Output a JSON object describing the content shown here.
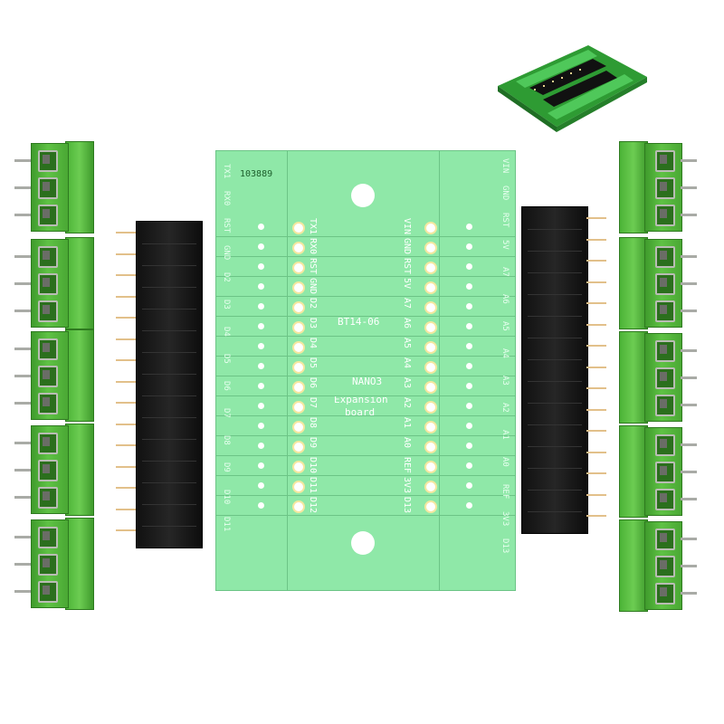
{
  "board": {
    "serial": "103889",
    "model_code": "BT14-06",
    "title_line1": "NANO3",
    "title_line2": "Expansion",
    "title_line3": "board",
    "left_pins": [
      "TX1",
      "RX0",
      "RST",
      "GND",
      "D2",
      "D3",
      "D4",
      "D5",
      "D6",
      "D7",
      "D8",
      "D9",
      "D10",
      "D11",
      "D12"
    ],
    "right_pins": [
      "VIN",
      "GND",
      "RST",
      "5V",
      "A7",
      "A6",
      "A5",
      "A4",
      "A3",
      "A2",
      "A1",
      "A0",
      "REF",
      "3V3",
      "D13"
    ],
    "left_edge_labels": [
      "TX1",
      "RX0",
      "RST",
      "GND",
      "D2",
      "D3",
      "D4",
      "D5",
      "D6",
      "D7",
      "D8",
      "D9",
      "D10",
      "D11"
    ],
    "right_edge_labels": [
      "VIN",
      "GND",
      "RST",
      "5V",
      "A7",
      "A6",
      "A5",
      "A4",
      "A3",
      "A2",
      "A1",
      "A0",
      "REF",
      "3V3",
      "D13"
    ]
  },
  "colors": {
    "pcb": "#8fe8a8",
    "terminal": "#5fc245",
    "header": "#111111",
    "pin": "#e2c08a"
  },
  "components": {
    "terminal_blocks_left": 5,
    "terminal_blocks_right": 5,
    "female_headers": 2
  }
}
